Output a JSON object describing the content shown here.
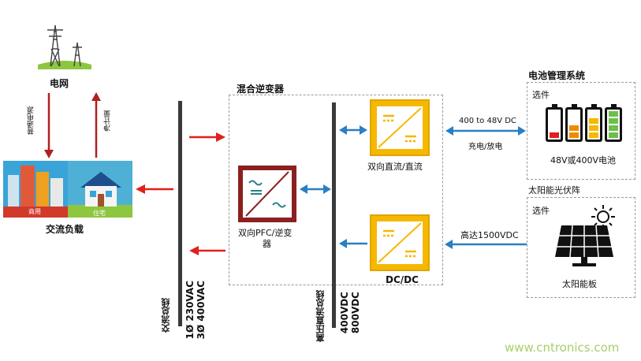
{
  "grid": {
    "label": "电网"
  },
  "left_arrows": {
    "down_label": "普通电源",
    "up_label": "净计量"
  },
  "load": {
    "label": "交流负载",
    "commercial_tag": "商用",
    "residential_tag": "住宅"
  },
  "ac_bus": {
    "label": "交流总线",
    "v1": "1Ø 230VAC",
    "v2": "3Ø 400VAC"
  },
  "hybrid_inverter": {
    "title": "混合逆变器",
    "pfc_label_1": "双向PFC/逆变",
    "pfc_label_2": "器",
    "bidir_dcdc_label": "双向直流/直流",
    "dcdc_label": "DC/DC"
  },
  "hv_dc_bus": {
    "label": "高压直流总线",
    "v1": "400VDC",
    "v2": "800VDC"
  },
  "battery_link": {
    "top_label": "400 to 48V DC",
    "bottom_label": "充电/放电"
  },
  "bms": {
    "title": "电池管理系统",
    "optional": "选件",
    "battery_label": "48V或400V电池"
  },
  "pv_link": {
    "label": "高达1500VDC"
  },
  "pv": {
    "title": "太阳能光伏阵",
    "optional": "选件",
    "panel_label": "太阳能板"
  },
  "watermark": {
    "text": "www.cntronics.com"
  },
  "colors": {
    "red_arrow": "#e0201c",
    "blue_arrow": "#2a7fc4",
    "yellow": "#f5b800",
    "maroon": "#8b2020",
    "bus": "#3a3a3a"
  }
}
